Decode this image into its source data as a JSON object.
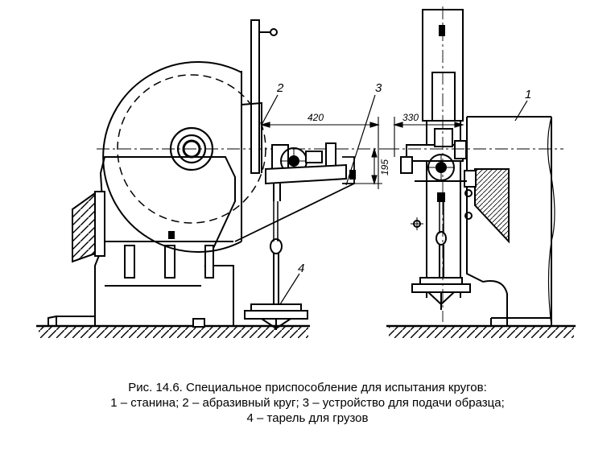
{
  "figure": {
    "labels": {
      "frame": "1",
      "wheel": "2",
      "feeder": "3",
      "weights": "4"
    },
    "dimensions": {
      "d420": "420",
      "d195": "195",
      "d330": "330"
    }
  },
  "caption": {
    "line1": "Рис. 14.6. Специальное приспособление для испытания кругов:",
    "line2": "1 – станина; 2 – абразивный круг; 3 – устройство для подачи образца;",
    "line3": "4 – тарель для грузов"
  }
}
